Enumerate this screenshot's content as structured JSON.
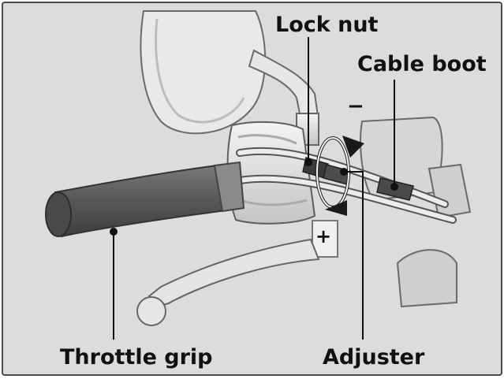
{
  "labels": {
    "lock_nut": "Lock nut",
    "cable_boot": "Cable boot",
    "throttle_grip": "Throttle grip",
    "adjuster": "Adjuster"
  },
  "signs": {
    "minus": "−",
    "plus": "+"
  },
  "colors": {
    "background": "#dcdcdc",
    "metal_light": "#eeeeee",
    "metal_mid": "#c9c9c9",
    "grip": "#5e5e5e",
    "outline": "#555555",
    "leader": "#111111"
  },
  "icons": [
    "rotation-arrows-icon"
  ]
}
